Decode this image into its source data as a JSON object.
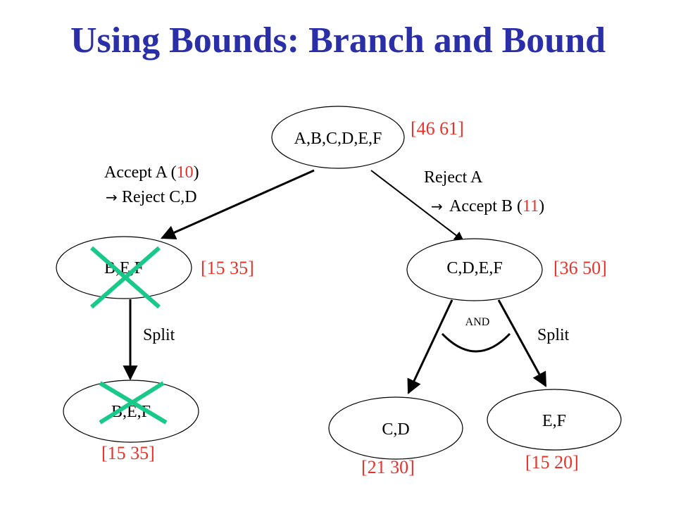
{
  "title": "Using Bounds: Branch and Bound",
  "colors": {
    "title": "#2a2fa8",
    "bounds": "#e8312a",
    "cross": "#19c98a",
    "text": "#000000"
  },
  "nodes": {
    "root": {
      "label": "A,B,C,D,E,F",
      "bound": "[46 61]"
    },
    "left": {
      "label": "B,E,F",
      "bound": "[15 35]"
    },
    "right": {
      "label": "C,D,E,F",
      "bound": "[36 50]"
    },
    "left_child": {
      "label": "B,E,F",
      "bound": "[15 35]"
    },
    "cd": {
      "label": "C,D",
      "bound": "[21 30]"
    },
    "ef": {
      "label": "E,F",
      "bound": "[15 20]"
    }
  },
  "edges": {
    "left": {
      "line1_prefix": "Accept A (",
      "line1_value": "10",
      "line1_suffix": ")",
      "line2": "Reject C,D"
    },
    "right": {
      "line1": "Reject A",
      "line2_prefix": "Accept B (",
      "line2_value": "11",
      "line2_suffix": ")"
    },
    "left_split": "Split",
    "right_split": "Split",
    "and_label": "AND"
  }
}
